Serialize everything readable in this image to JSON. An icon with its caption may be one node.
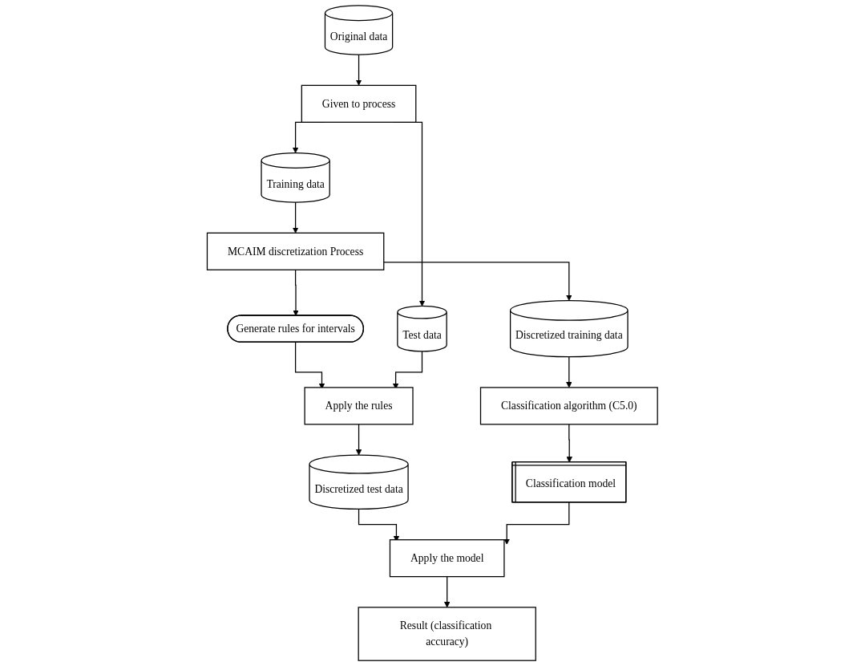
{
  "diagram": {
    "nodes": [
      {
        "text": [
          "Original data"
        ]
      },
      {
        "text": [
          "Given to process"
        ]
      },
      {
        "text": [
          "Training data"
        ]
      },
      {
        "text": [
          "Test data"
        ]
      },
      {
        "text": [
          "MCAIM discretization Process"
        ]
      },
      {
        "text": [
          "Generate rules for intervals"
        ]
      },
      {
        "text": [
          "Apply the rules"
        ]
      },
      {
        "text": [
          "Discretized training data"
        ]
      },
      {
        "text": [
          "Discretized test data"
        ]
      },
      {
        "text": [
          "Classification algorithm (C5.0)"
        ]
      },
      {
        "text": [
          "Apply the model"
        ]
      },
      {
        "text": [
          "Classification model"
        ]
      },
      {
        "text": [
          "Result (classification accuracy)"
        ]
      }
    ],
    "edges": [
      {
        "from": 0,
        "to": 1,
        "arrow": "to"
      },
      {
        "from": 1,
        "to": 2,
        "arrow": "to"
      },
      {
        "from": 1,
        "to": 3,
        "arrow": "to"
      },
      {
        "from": 2,
        "to": 4,
        "arrow": "to"
      },
      {
        "from": 4,
        "to": 5,
        "arrow": "to"
      },
      {
        "from": 5,
        "to": 6,
        "arrow": "to"
      },
      {
        "from": 3,
        "to": 6,
        "arrow": "to"
      },
      {
        "from": 4,
        "to": 7,
        "arrow": "to"
      },
      {
        "from": 6,
        "to": 8,
        "arrow": "to"
      },
      {
        "from": 7,
        "to": 9,
        "arrow": "to"
      },
      {
        "from": 8,
        "to": 10,
        "arrow": "to"
      },
      {
        "from": 9,
        "to": 11,
        "arrow": "to"
      },
      {
        "from": 11,
        "to": 10,
        "arrow": "to"
      },
      {
        "from": 10,
        "to": 12,
        "arrow": "to"
      }
    ]
  }
}
